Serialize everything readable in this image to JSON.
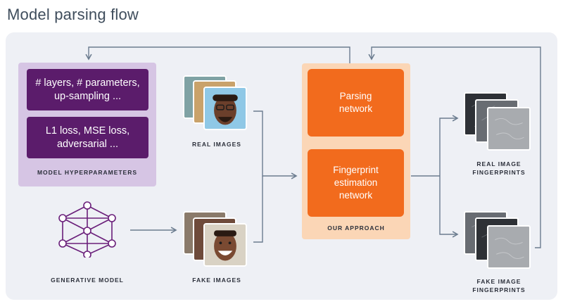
{
  "title": "Model parsing flow",
  "hyperparameters": {
    "box1": [
      "# layers, # parameters,",
      "up-sampling ..."
    ],
    "box2": [
      "L1 loss, MSE loss,",
      "adversarial ..."
    ],
    "caption": "MODEL HYPERPARAMETERS"
  },
  "generative": {
    "caption": "GENERATIVE MODEL",
    "icon": "neural-network-icon"
  },
  "real_images": {
    "caption": "REAL IMAGES"
  },
  "fake_images": {
    "caption": "FAKE IMAGES"
  },
  "approach": {
    "box1": [
      "Parsing",
      "network"
    ],
    "box2": [
      "Fingerprint",
      "estimation",
      "network"
    ],
    "caption": "OUR APPROACH"
  },
  "real_fingerprints": {
    "caption": [
      "REAL IMAGE",
      "FINGERPRINTS"
    ]
  },
  "fake_fingerprints": {
    "caption": [
      "FAKE IMAGE",
      "FINGERPRINTS"
    ]
  },
  "colors": {
    "background": "#eef0f5",
    "purple": "#5b1c6b",
    "purple_light": "#d6c5e4",
    "orange": "#f26b1d",
    "orange_light": "#fbd6b6",
    "arrow": "#6b7c8f"
  }
}
